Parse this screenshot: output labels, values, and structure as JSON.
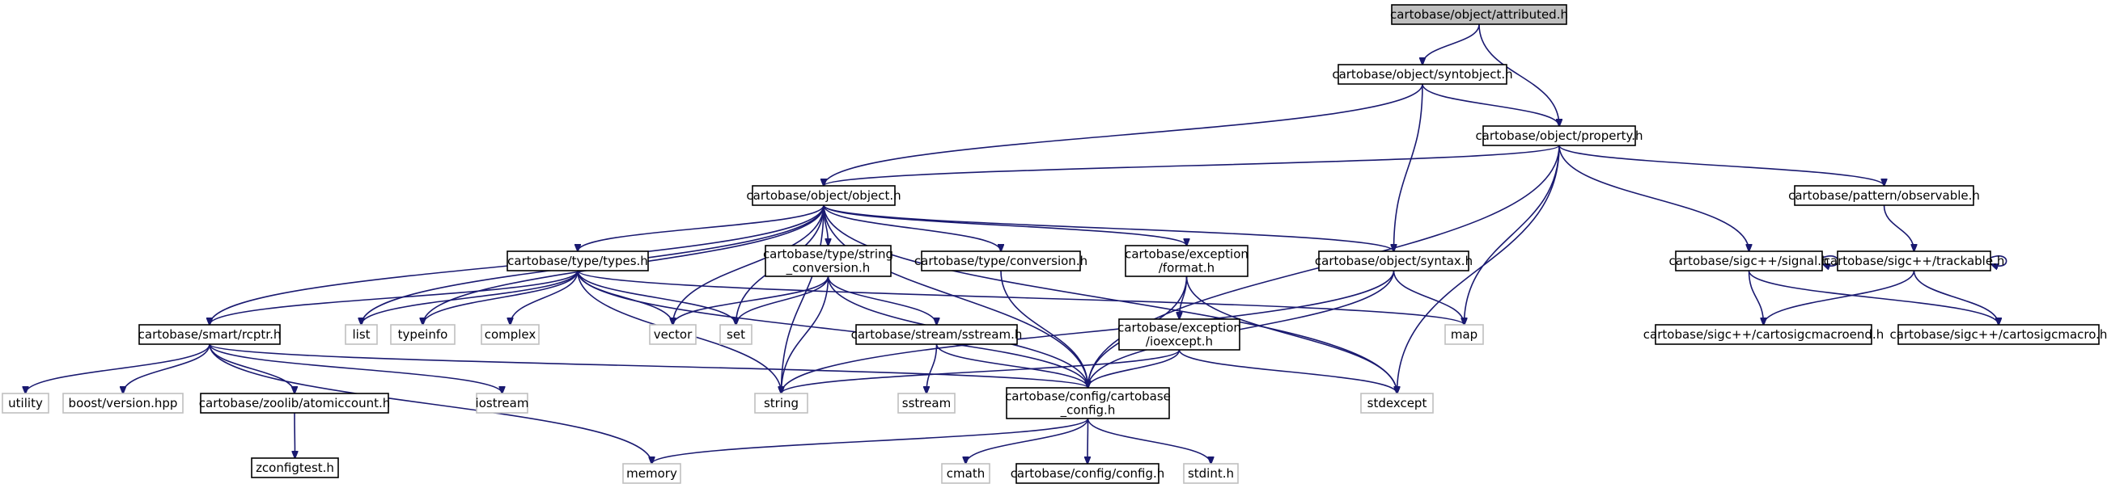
{
  "graph": {
    "nodes": [
      {
        "id": "attributed",
        "label": [
          "cartobase/object/attributed.h"
        ],
        "kind": "root"
      },
      {
        "id": "syntobject",
        "label": [
          "cartobase/object/syntobject.h"
        ],
        "kind": "normal"
      },
      {
        "id": "property",
        "label": [
          "cartobase/object/property.h"
        ],
        "kind": "normal"
      },
      {
        "id": "object",
        "label": [
          "cartobase/object/object.h"
        ],
        "kind": "normal"
      },
      {
        "id": "observable",
        "label": [
          "cartobase/pattern/observable.h"
        ],
        "kind": "normal"
      },
      {
        "id": "types",
        "label": [
          "cartobase/type/types.h"
        ],
        "kind": "normal"
      },
      {
        "id": "string_conversion",
        "label": [
          "cartobase/type/string",
          "_conversion.h"
        ],
        "kind": "normal"
      },
      {
        "id": "conversion",
        "label": [
          "cartobase/type/conversion.h"
        ],
        "kind": "normal"
      },
      {
        "id": "format",
        "label": [
          "cartobase/exception",
          "/format.h"
        ],
        "kind": "normal"
      },
      {
        "id": "syntax",
        "label": [
          "cartobase/object/syntax.h"
        ],
        "kind": "normal"
      },
      {
        "id": "signal",
        "label": [
          "cartobase/sigc++/signal.h"
        ],
        "kind": "normal"
      },
      {
        "id": "trackable",
        "label": [
          "cartobase/sigc++/trackable.h"
        ],
        "kind": "normal"
      },
      {
        "id": "rcptr",
        "label": [
          "cartobase/smart/rcptr.h"
        ],
        "kind": "normal"
      },
      {
        "id": "list",
        "label": [
          "list"
        ],
        "kind": "ext"
      },
      {
        "id": "typeinfo",
        "label": [
          "typeinfo"
        ],
        "kind": "ext"
      },
      {
        "id": "complex",
        "label": [
          "complex"
        ],
        "kind": "ext"
      },
      {
        "id": "vector",
        "label": [
          "vector"
        ],
        "kind": "ext"
      },
      {
        "id": "set",
        "label": [
          "set"
        ],
        "kind": "ext"
      },
      {
        "id": "sstream_h",
        "label": [
          "cartobase/stream/sstream.h"
        ],
        "kind": "normal"
      },
      {
        "id": "ioexcept",
        "label": [
          "cartobase/exception",
          "/ioexcept.h"
        ],
        "kind": "normal"
      },
      {
        "id": "map",
        "label": [
          "map"
        ],
        "kind": "ext"
      },
      {
        "id": "cartosigcmacroend",
        "label": [
          "cartobase/sigc++/cartosigcmacroend.h"
        ],
        "kind": "normal"
      },
      {
        "id": "cartosigcmacro",
        "label": [
          "cartobase/sigc++/cartosigcmacro.h"
        ],
        "kind": "normal"
      },
      {
        "id": "utility",
        "label": [
          "utility"
        ],
        "kind": "ext"
      },
      {
        "id": "boost_version",
        "label": [
          "boost/version.hpp"
        ],
        "kind": "ext"
      },
      {
        "id": "atomiccount",
        "label": [
          "cartobase/zoolib/atomiccount.h"
        ],
        "kind": "normal"
      },
      {
        "id": "iostream",
        "label": [
          "iostream"
        ],
        "kind": "ext"
      },
      {
        "id": "string",
        "label": [
          "string"
        ],
        "kind": "ext"
      },
      {
        "id": "sstream",
        "label": [
          "sstream"
        ],
        "kind": "ext"
      },
      {
        "id": "cartobase_config",
        "label": [
          "cartobase/config/cartobase",
          "_config.h"
        ],
        "kind": "normal"
      },
      {
        "id": "stdexcept",
        "label": [
          "stdexcept"
        ],
        "kind": "ext"
      },
      {
        "id": "zconfigtest",
        "label": [
          "zconfigtest.h"
        ],
        "kind": "normal"
      },
      {
        "id": "memory",
        "label": [
          "memory"
        ],
        "kind": "ext"
      },
      {
        "id": "cmath",
        "label": [
          "cmath"
        ],
        "kind": "ext"
      },
      {
        "id": "config_h",
        "label": [
          "cartobase/config/config.h"
        ],
        "kind": "normal"
      },
      {
        "id": "stdint",
        "label": [
          "stdint.h"
        ],
        "kind": "ext"
      }
    ],
    "edges": [
      [
        "attributed",
        "syntobject"
      ],
      [
        "attributed",
        "property"
      ],
      [
        "syntobject",
        "object"
      ],
      [
        "syntobject",
        "property"
      ],
      [
        "syntobject",
        "syntax"
      ],
      [
        "property",
        "object"
      ],
      [
        "property",
        "observable"
      ],
      [
        "property",
        "signal"
      ],
      [
        "property",
        "map"
      ],
      [
        "property",
        "cartobase_config"
      ],
      [
        "property",
        "stdexcept"
      ],
      [
        "object",
        "rcptr"
      ],
      [
        "object",
        "types"
      ],
      [
        "object",
        "string_conversion"
      ],
      [
        "object",
        "conversion"
      ],
      [
        "object",
        "format"
      ],
      [
        "object",
        "syntax"
      ],
      [
        "object",
        "list"
      ],
      [
        "object",
        "typeinfo"
      ],
      [
        "object",
        "vector"
      ],
      [
        "object",
        "set"
      ],
      [
        "object",
        "string"
      ],
      [
        "object",
        "cartobase_config"
      ],
      [
        "object",
        "stdexcept"
      ],
      [
        "observable",
        "trackable"
      ],
      [
        "types",
        "rcptr"
      ],
      [
        "types",
        "list"
      ],
      [
        "types",
        "typeinfo"
      ],
      [
        "types",
        "complex"
      ],
      [
        "types",
        "vector"
      ],
      [
        "types",
        "set"
      ],
      [
        "types",
        "map"
      ],
      [
        "types",
        "string"
      ],
      [
        "types",
        "cartobase_config"
      ],
      [
        "string_conversion",
        "vector"
      ],
      [
        "string_conversion",
        "set"
      ],
      [
        "string_conversion",
        "sstream_h"
      ],
      [
        "string_conversion",
        "string"
      ],
      [
        "string_conversion",
        "cartobase_config"
      ],
      [
        "conversion",
        "cartobase_config"
      ],
      [
        "format",
        "ioexcept"
      ],
      [
        "format",
        "cartobase_config"
      ],
      [
        "format",
        "stdexcept"
      ],
      [
        "syntax",
        "map"
      ],
      [
        "syntax",
        "string"
      ],
      [
        "syntax",
        "cartobase_config"
      ],
      [
        "signal",
        "signal"
      ],
      [
        "signal",
        "cartosigcmacroend"
      ],
      [
        "signal",
        "cartosigcmacro"
      ],
      [
        "trackable",
        "trackable"
      ],
      [
        "trackable",
        "cartosigcmacroend"
      ],
      [
        "trackable",
        "cartosigcmacro"
      ],
      [
        "rcptr",
        "utility"
      ],
      [
        "rcptr",
        "boost_version"
      ],
      [
        "rcptr",
        "atomiccount"
      ],
      [
        "rcptr",
        "iostream"
      ],
      [
        "rcptr",
        "memory"
      ],
      [
        "rcptr",
        "cartobase_config"
      ],
      [
        "sstream_h",
        "sstream"
      ],
      [
        "sstream_h",
        "cartobase_config"
      ],
      [
        "ioexcept",
        "string"
      ],
      [
        "ioexcept",
        "cartobase_config"
      ],
      [
        "ioexcept",
        "stdexcept"
      ],
      [
        "atomiccount",
        "zconfigtest"
      ],
      [
        "cartobase_config",
        "memory"
      ],
      [
        "cartobase_config",
        "cmath"
      ],
      [
        "cartobase_config",
        "config_h"
      ],
      [
        "cartobase_config",
        "stdint"
      ]
    ]
  }
}
